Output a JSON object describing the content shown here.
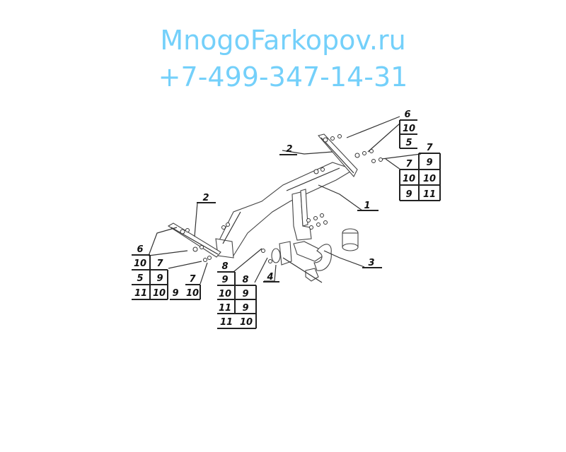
{
  "watermark": {
    "site": "MnogoFarkopov.ru",
    "phone": "+7-499-347-14-31",
    "color": "#5cc8fa"
  },
  "parts": {
    "p1": "1",
    "p2_right": "2",
    "p2_left": "2",
    "p3": "3",
    "p4": "4"
  },
  "fastener_tables": {
    "left": {
      "col1": [
        "6",
        "10",
        "5",
        "11"
      ],
      "col2": [
        "7",
        "9",
        "10"
      ],
      "extra": [
        "9",
        "7",
        "10"
      ]
    },
    "middle": {
      "col1": [
        "8",
        "9",
        "10",
        "11",
        "11"
      ],
      "col2": [
        "8",
        "9",
        "9",
        "10"
      ]
    },
    "top_right": [
      "6",
      "10",
      "5"
    ],
    "right": {
      "col1": [
        "7",
        "10",
        "9"
      ],
      "col2": [
        "7",
        "9",
        "10",
        "11"
      ]
    }
  }
}
